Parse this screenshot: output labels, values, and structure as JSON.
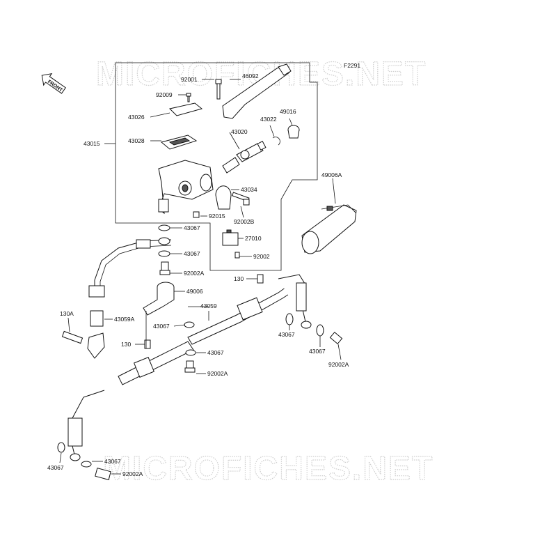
{
  "diagram_code": "F2291",
  "front_label": "FRONT",
  "watermark": "MICROFICHES.NET",
  "labels": {
    "p92001": "92001",
    "p46092": "46092",
    "p92009": "92009",
    "p43026": "43026",
    "p49016": "49016",
    "p43022": "43022",
    "p43020": "43020",
    "p43015": "43015",
    "p43028": "43028",
    "p49006A": "49006A",
    "p43034": "43034",
    "p92015": "92015",
    "p92002B": "92002B",
    "p43067_a": "43067",
    "p27010": "27010",
    "p43067_b": "43067",
    "p92002": "92002",
    "p92002A_a": "92002A",
    "p49006": "49006",
    "p130_a": "130",
    "p43059": "43059",
    "p43059A": "43059A",
    "p130A": "130A",
    "p43067_c": "43067",
    "p43067_d": "43067",
    "p130_b": "130",
    "p43067_e": "43067",
    "p43067_f": "43067",
    "p92002A_b": "92002A",
    "p92002A_c": "92002A",
    "p43067_g": "43067",
    "p43067_h": "43067",
    "p92002A_d": "92002A"
  }
}
